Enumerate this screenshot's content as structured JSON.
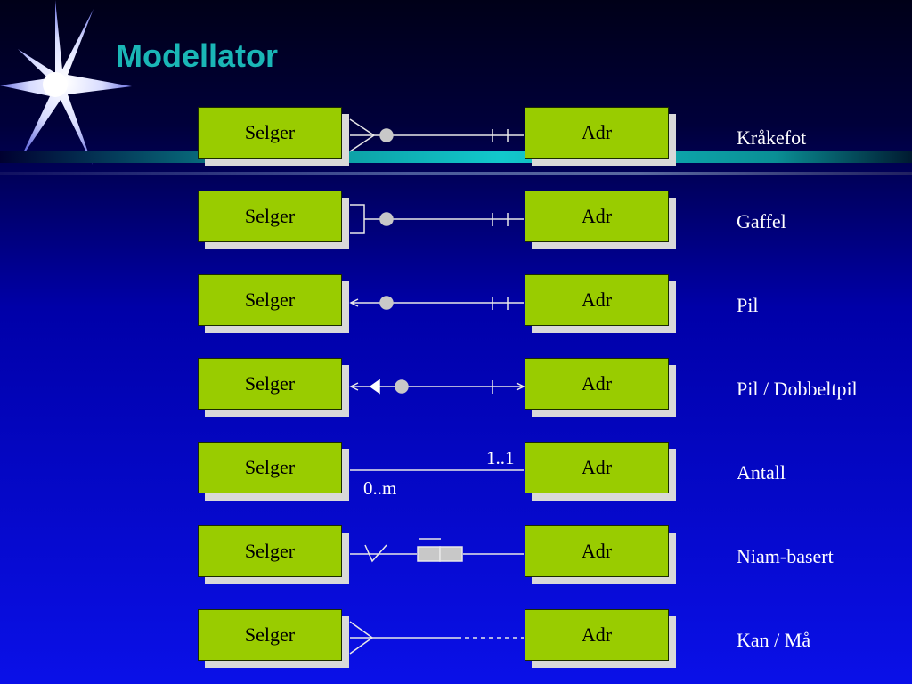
{
  "title": "Modellator",
  "rows": [
    {
      "left": "Selger",
      "right": "Adr",
      "label": "Kråkefot"
    },
    {
      "left": "Selger",
      "right": "Adr",
      "label": "Gaffel"
    },
    {
      "left": "Selger",
      "right": "Adr",
      "label": "Pil"
    },
    {
      "left": "Selger",
      "right": "Adr",
      "label": "Pil / Dobbeltpil"
    },
    {
      "left": "Selger",
      "right": "Adr",
      "label": "Antall",
      "card_right": "1..1",
      "card_left": "0..m"
    },
    {
      "left": "Selger",
      "right": "Adr",
      "label": "Niam-basert"
    },
    {
      "left": "Selger",
      "right": "Adr",
      "label": "Kan / Må"
    }
  ],
  "colors": {
    "entity_fill": "#99cc00",
    "title": "#1ab6b6",
    "connector": "#e8e8e8"
  },
  "icons": [
    "star-burst-icon"
  ]
}
